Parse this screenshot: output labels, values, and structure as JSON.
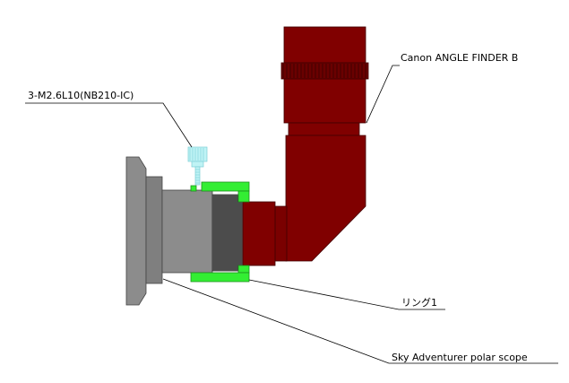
{
  "labels": {
    "angle_finder": "Canon ANGLE FINDER B",
    "screw": "3-M2.6L10(NB210-IC)",
    "ring": "リング1",
    "polar_scope": "Sky Adventurer polar scope"
  },
  "colors": {
    "finder_body": "#800000",
    "finder_dark": "#5a0000",
    "ring": "#33ee33",
    "ring_edge": "#1c8f1c",
    "scope_body": "#8c8c8c",
    "scope_dark": "#5f5f5f",
    "screw": "#bff3f5",
    "leader": "#000000",
    "background": "#ffffff"
  }
}
